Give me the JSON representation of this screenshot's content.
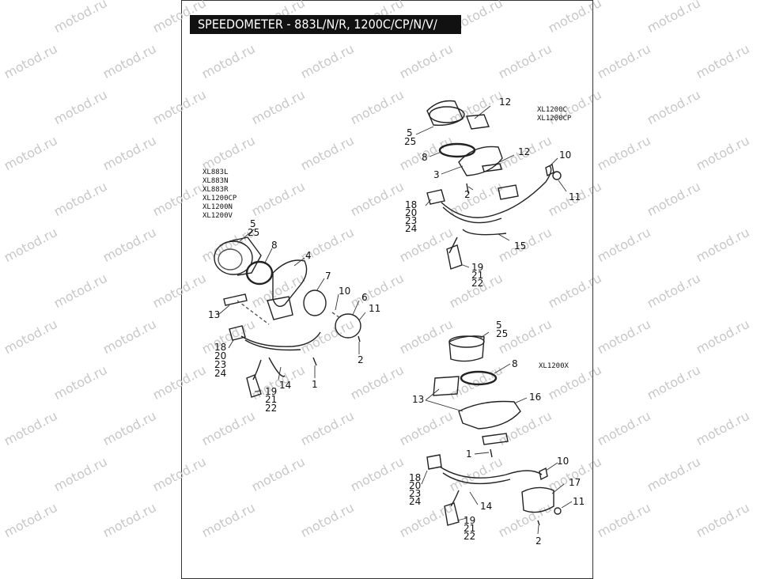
{
  "title": "SPEEDOMETER - 883L/N/R, 1200C/CP/N/V/",
  "watermark": "motod.ru",
  "groups": {
    "left_models": [
      "XL883L",
      "XL883N",
      "XL883R",
      "XL1200CP",
      "XL1200N",
      "XL1200V"
    ],
    "top_right_models": [
      "XL1200C",
      "XL1200CP"
    ],
    "bottom_right_models": [
      "XL1200X"
    ]
  },
  "callouts": {
    "left": {
      "c5": "5",
      "c25": "25",
      "c8": "8",
      "c4": "4",
      "c7": "7",
      "c10": "10",
      "c6": "6",
      "c11": "11",
      "c13": "13",
      "c18": "18",
      "c20": "20",
      "c23": "23",
      "c24": "24",
      "c19": "19",
      "c21": "21",
      "c22": "22",
      "c14": "14",
      "c1": "1",
      "c2": "2"
    },
    "top_right": {
      "c12a": "12",
      "c5": "5",
      "c25": "25",
      "c8": "8",
      "c12b": "12",
      "c10": "10",
      "c3": "3",
      "c2": "2",
      "c11": "11",
      "c18": "18",
      "c20": "20",
      "c23": "23",
      "c24": "24",
      "c15": "15",
      "c19": "19",
      "c21": "21",
      "c22": "22"
    },
    "bottom_right": {
      "c5": "5",
      "c25": "25",
      "c8": "8",
      "c13": "13",
      "c16": "16",
      "c1": "1",
      "c10": "10",
      "c18": "18",
      "c20": "20",
      "c23": "23",
      "c24": "24",
      "c14": "14",
      "c17": "17",
      "c11": "11",
      "c19": "19",
      "c21": "21",
      "c22": "22",
      "c2": "2"
    }
  }
}
